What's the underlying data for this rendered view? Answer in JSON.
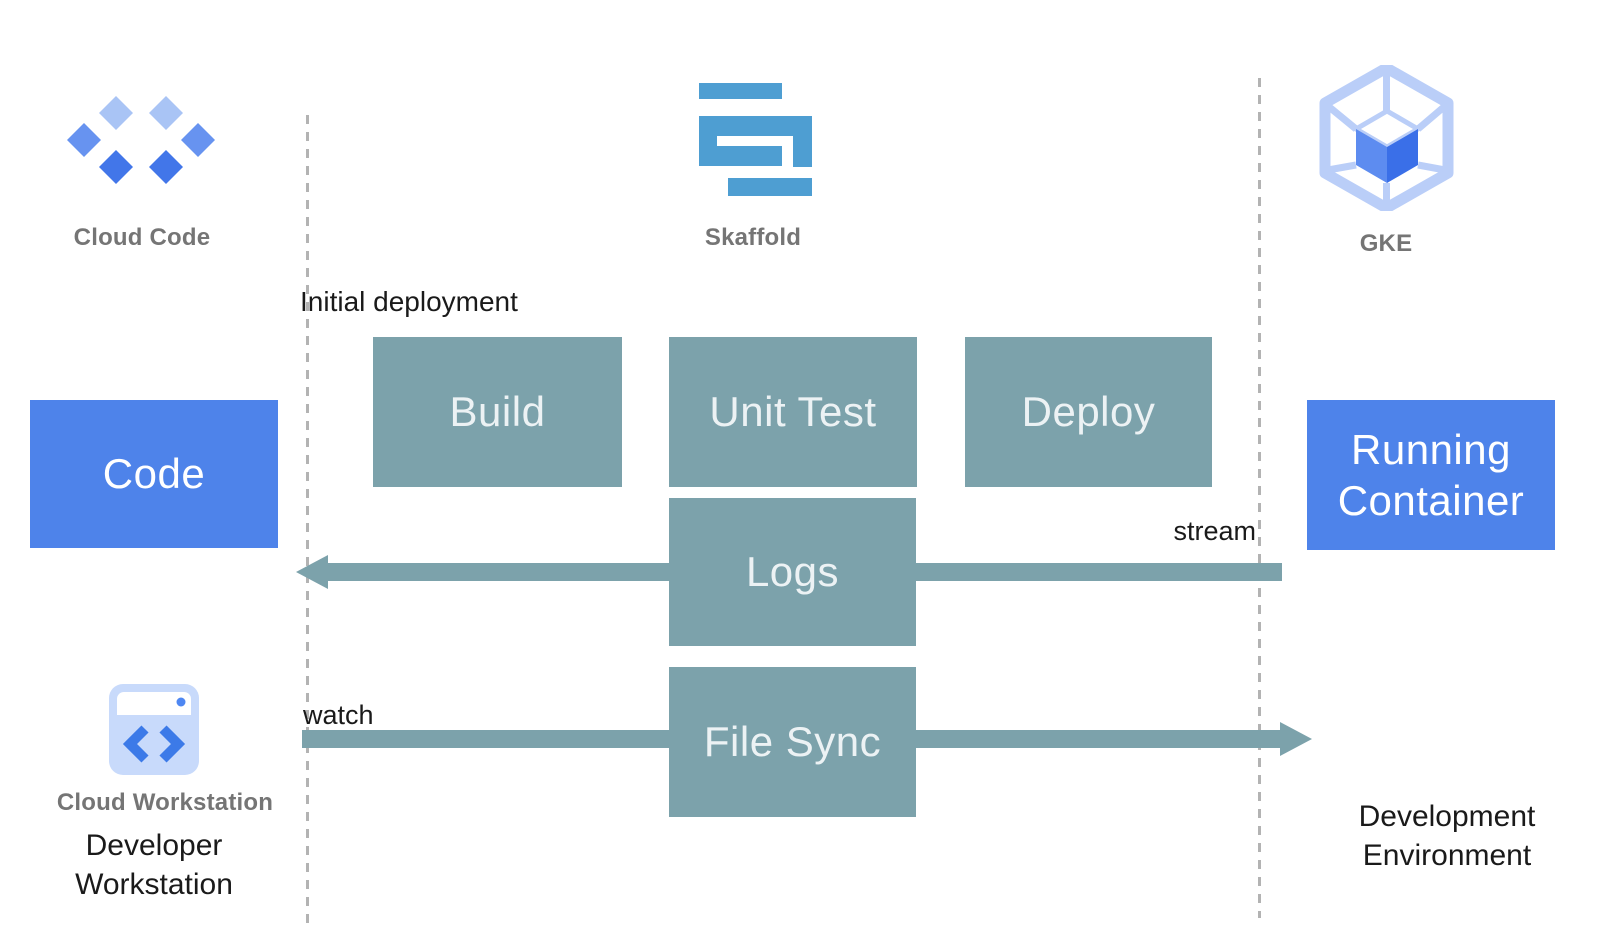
{
  "header": {
    "cloud_code": {
      "label": "Cloud Code"
    },
    "skaffold": {
      "label": "Skaffold"
    },
    "gke": {
      "label": "GKE"
    }
  },
  "nodes": {
    "code": "Code",
    "build": "Build",
    "unit_test": "Unit Test",
    "deploy": "Deploy",
    "logs": "Logs",
    "file_sync": "File Sync",
    "running_container": "Running Container"
  },
  "annotations": {
    "initial_deployment": "Initial deployment",
    "stream": "stream",
    "watch": "watch"
  },
  "footer": {
    "cloud_workstation": "Cloud Workstation",
    "developer_workstation": "Developer Workstation",
    "development_environment": "Development Environment"
  },
  "colors": {
    "teal": "#7CA2AB",
    "box_text": "#ECF2F4",
    "blue": "#4E83EA",
    "skaffold_blue": "#4E9ED2",
    "gray_label": "#757575",
    "black_text": "#1A1A1A",
    "dashed_line": "#B3B3B3",
    "cc_light": "#A9C4F5",
    "cc_medium": "#6793F0",
    "cc_dark": "#4276E9",
    "gke_outline": "#BACEF8",
    "gke_left": "#5D8CF0",
    "gke_right": "#3A6FE8",
    "ws_fill": "#C8DAFB",
    "ws_accent": "#3C7AE8",
    "ws_dot": "#4E87F2"
  }
}
